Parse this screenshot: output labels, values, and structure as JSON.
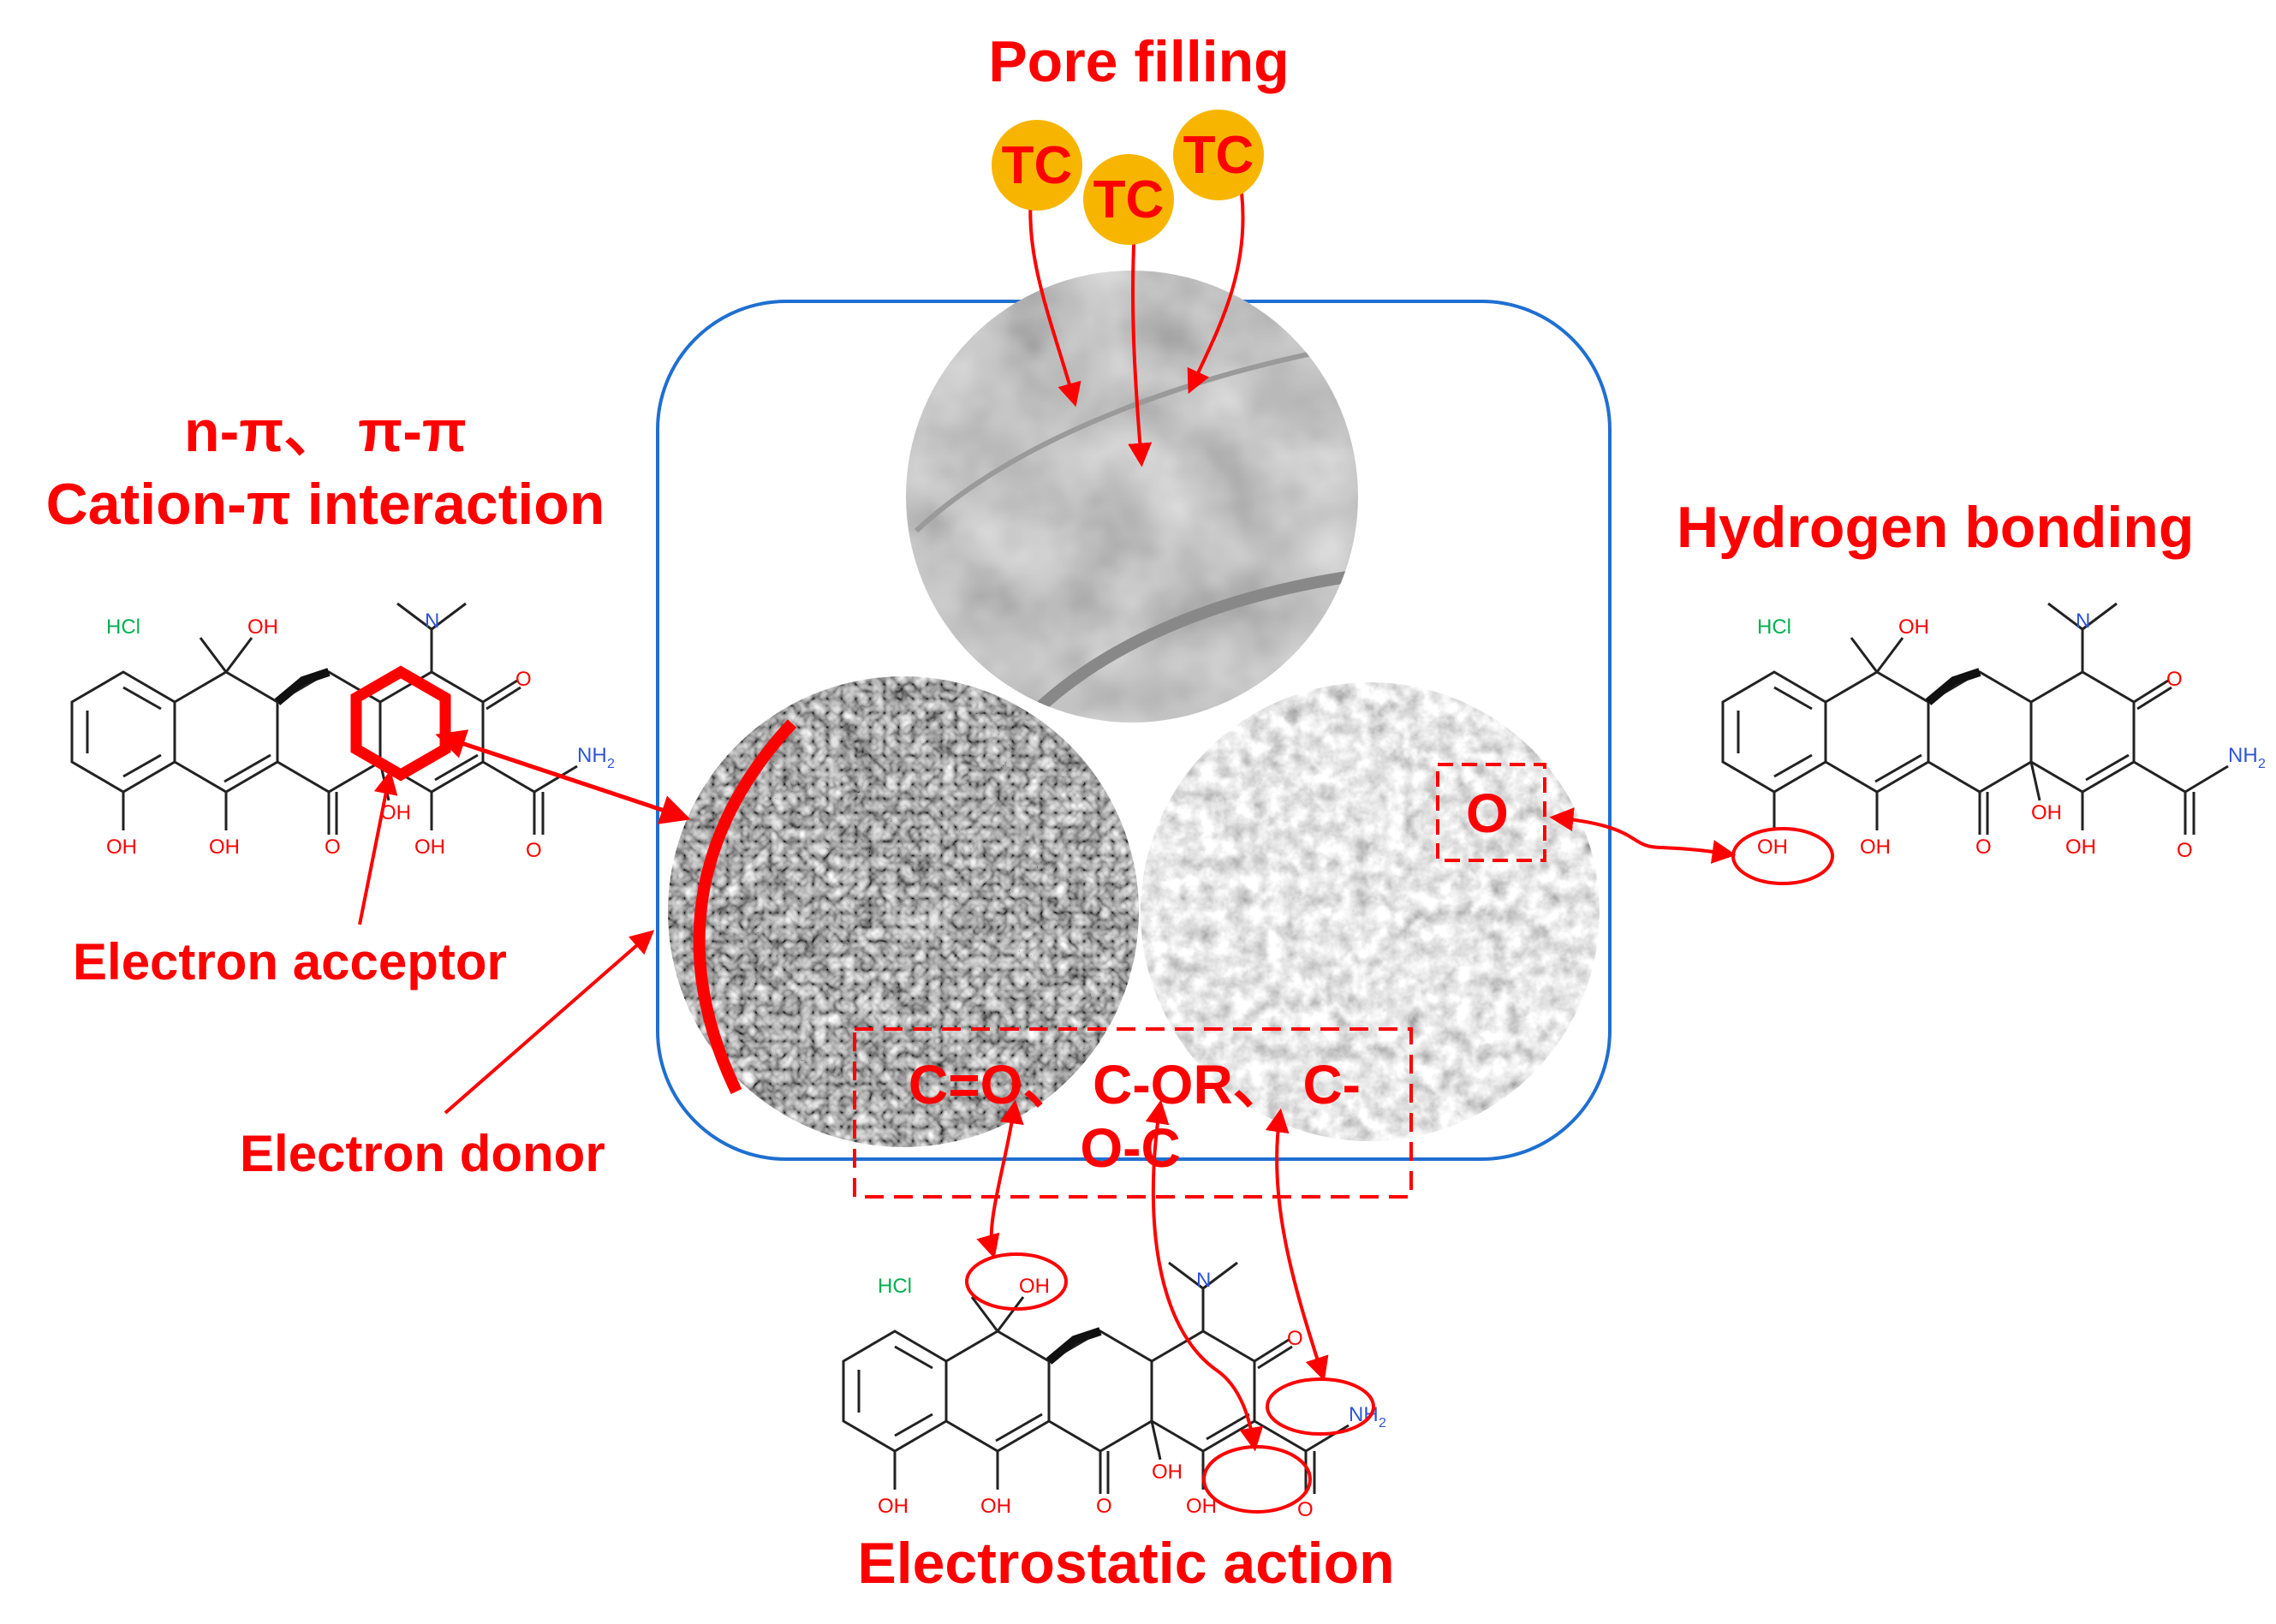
{
  "labels": {
    "pore_filling": "Pore filling",
    "pi_line1": "n-π、 π-π",
    "pi_line2": "Cation-π interaction",
    "hydrogen_bonding": "Hydrogen bonding",
    "electron_acceptor": "Electron acceptor",
    "electron_donor": "Electron donor",
    "electrostatic_action": "Electrostatic action",
    "oxygen_site": "O",
    "functional_groups_line1": "C=O、 C-OR、 C-",
    "functional_groups_line2": "O-C"
  },
  "tc_molecules": [
    "TC",
    "TC",
    "TC"
  ],
  "molecule_atoms": {
    "hcl": "HCl",
    "oh": "OH",
    "o": "O",
    "nh": "NH",
    "sub2": "2",
    "n": "N"
  },
  "colors": {
    "annotation": "#ff0000",
    "frame": "#1f6fd1",
    "tc_fill": "#f7b500",
    "hcl": "#00b050",
    "nitrogen": "#2f55d4",
    "bond": "#222222"
  },
  "icons": {
    "sem_top": "sem-micrograph-smooth-surface",
    "sem_left": "sem-micrograph-porous",
    "sem_right": "sem-micrograph-rough"
  }
}
